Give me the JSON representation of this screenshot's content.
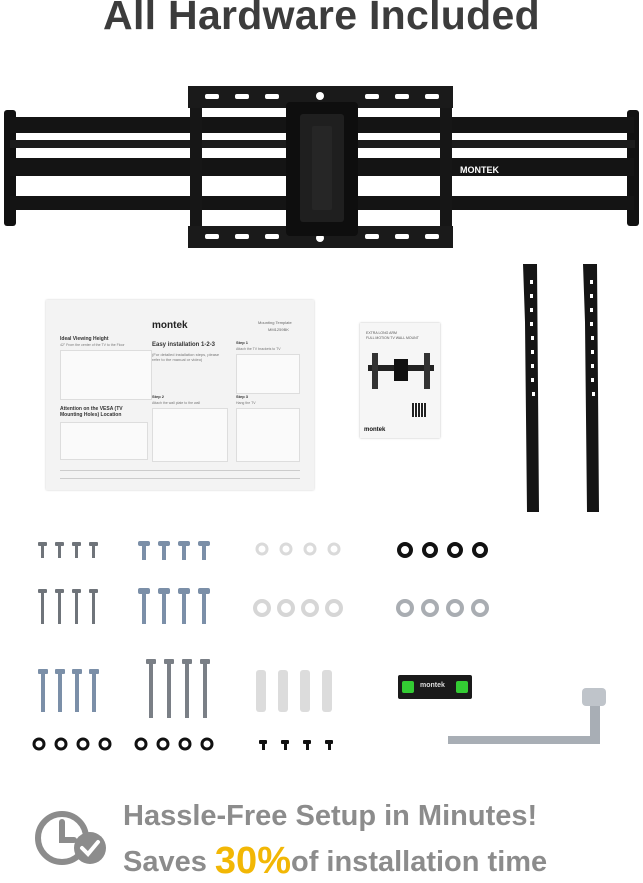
{
  "title": "All Hardware Included",
  "brand": "montek",
  "mount_brand": "MONTEK",
  "template": {
    "brand": "montek",
    "label": "Mounting Template",
    "model": "MM1259BK",
    "ideal_heading": "Ideal Viewing Height",
    "ideal_sub": "42\" From the center of the TV to the Floor",
    "easy_heading": "Easy installation 1-2-3",
    "easy_sub": "(For detailed installation steps, please refer to the manual or video)",
    "step1": "Step 1",
    "step1_text": "Attach the TV brackets to TV",
    "step2": "Step 2",
    "step2_text": "Attach the wall plate to the wall",
    "step3": "Step 3",
    "step3_text": "Hang the TV",
    "vesa_heading": "Attention on the VESA (TV Mounting Holes) Location"
  },
  "manual": {
    "line1": "EXTRA LONG ARM",
    "line2": "FULL MOTION TV WALL MOUNT",
    "brand": "montek"
  },
  "level_brand": "montek",
  "footer": {
    "line1": "Hassle-Free Setup in Minutes!",
    "saves": "Saves ",
    "percent": "30%",
    "rest": "of installation time"
  },
  "colors": {
    "title": "#3c3c3c",
    "footer_text": "#8c8c8c",
    "accent": "#f2b705",
    "bracket": "#111111",
    "level_bubble": "#33cc33"
  },
  "icons": [
    "clock-check-icon"
  ]
}
